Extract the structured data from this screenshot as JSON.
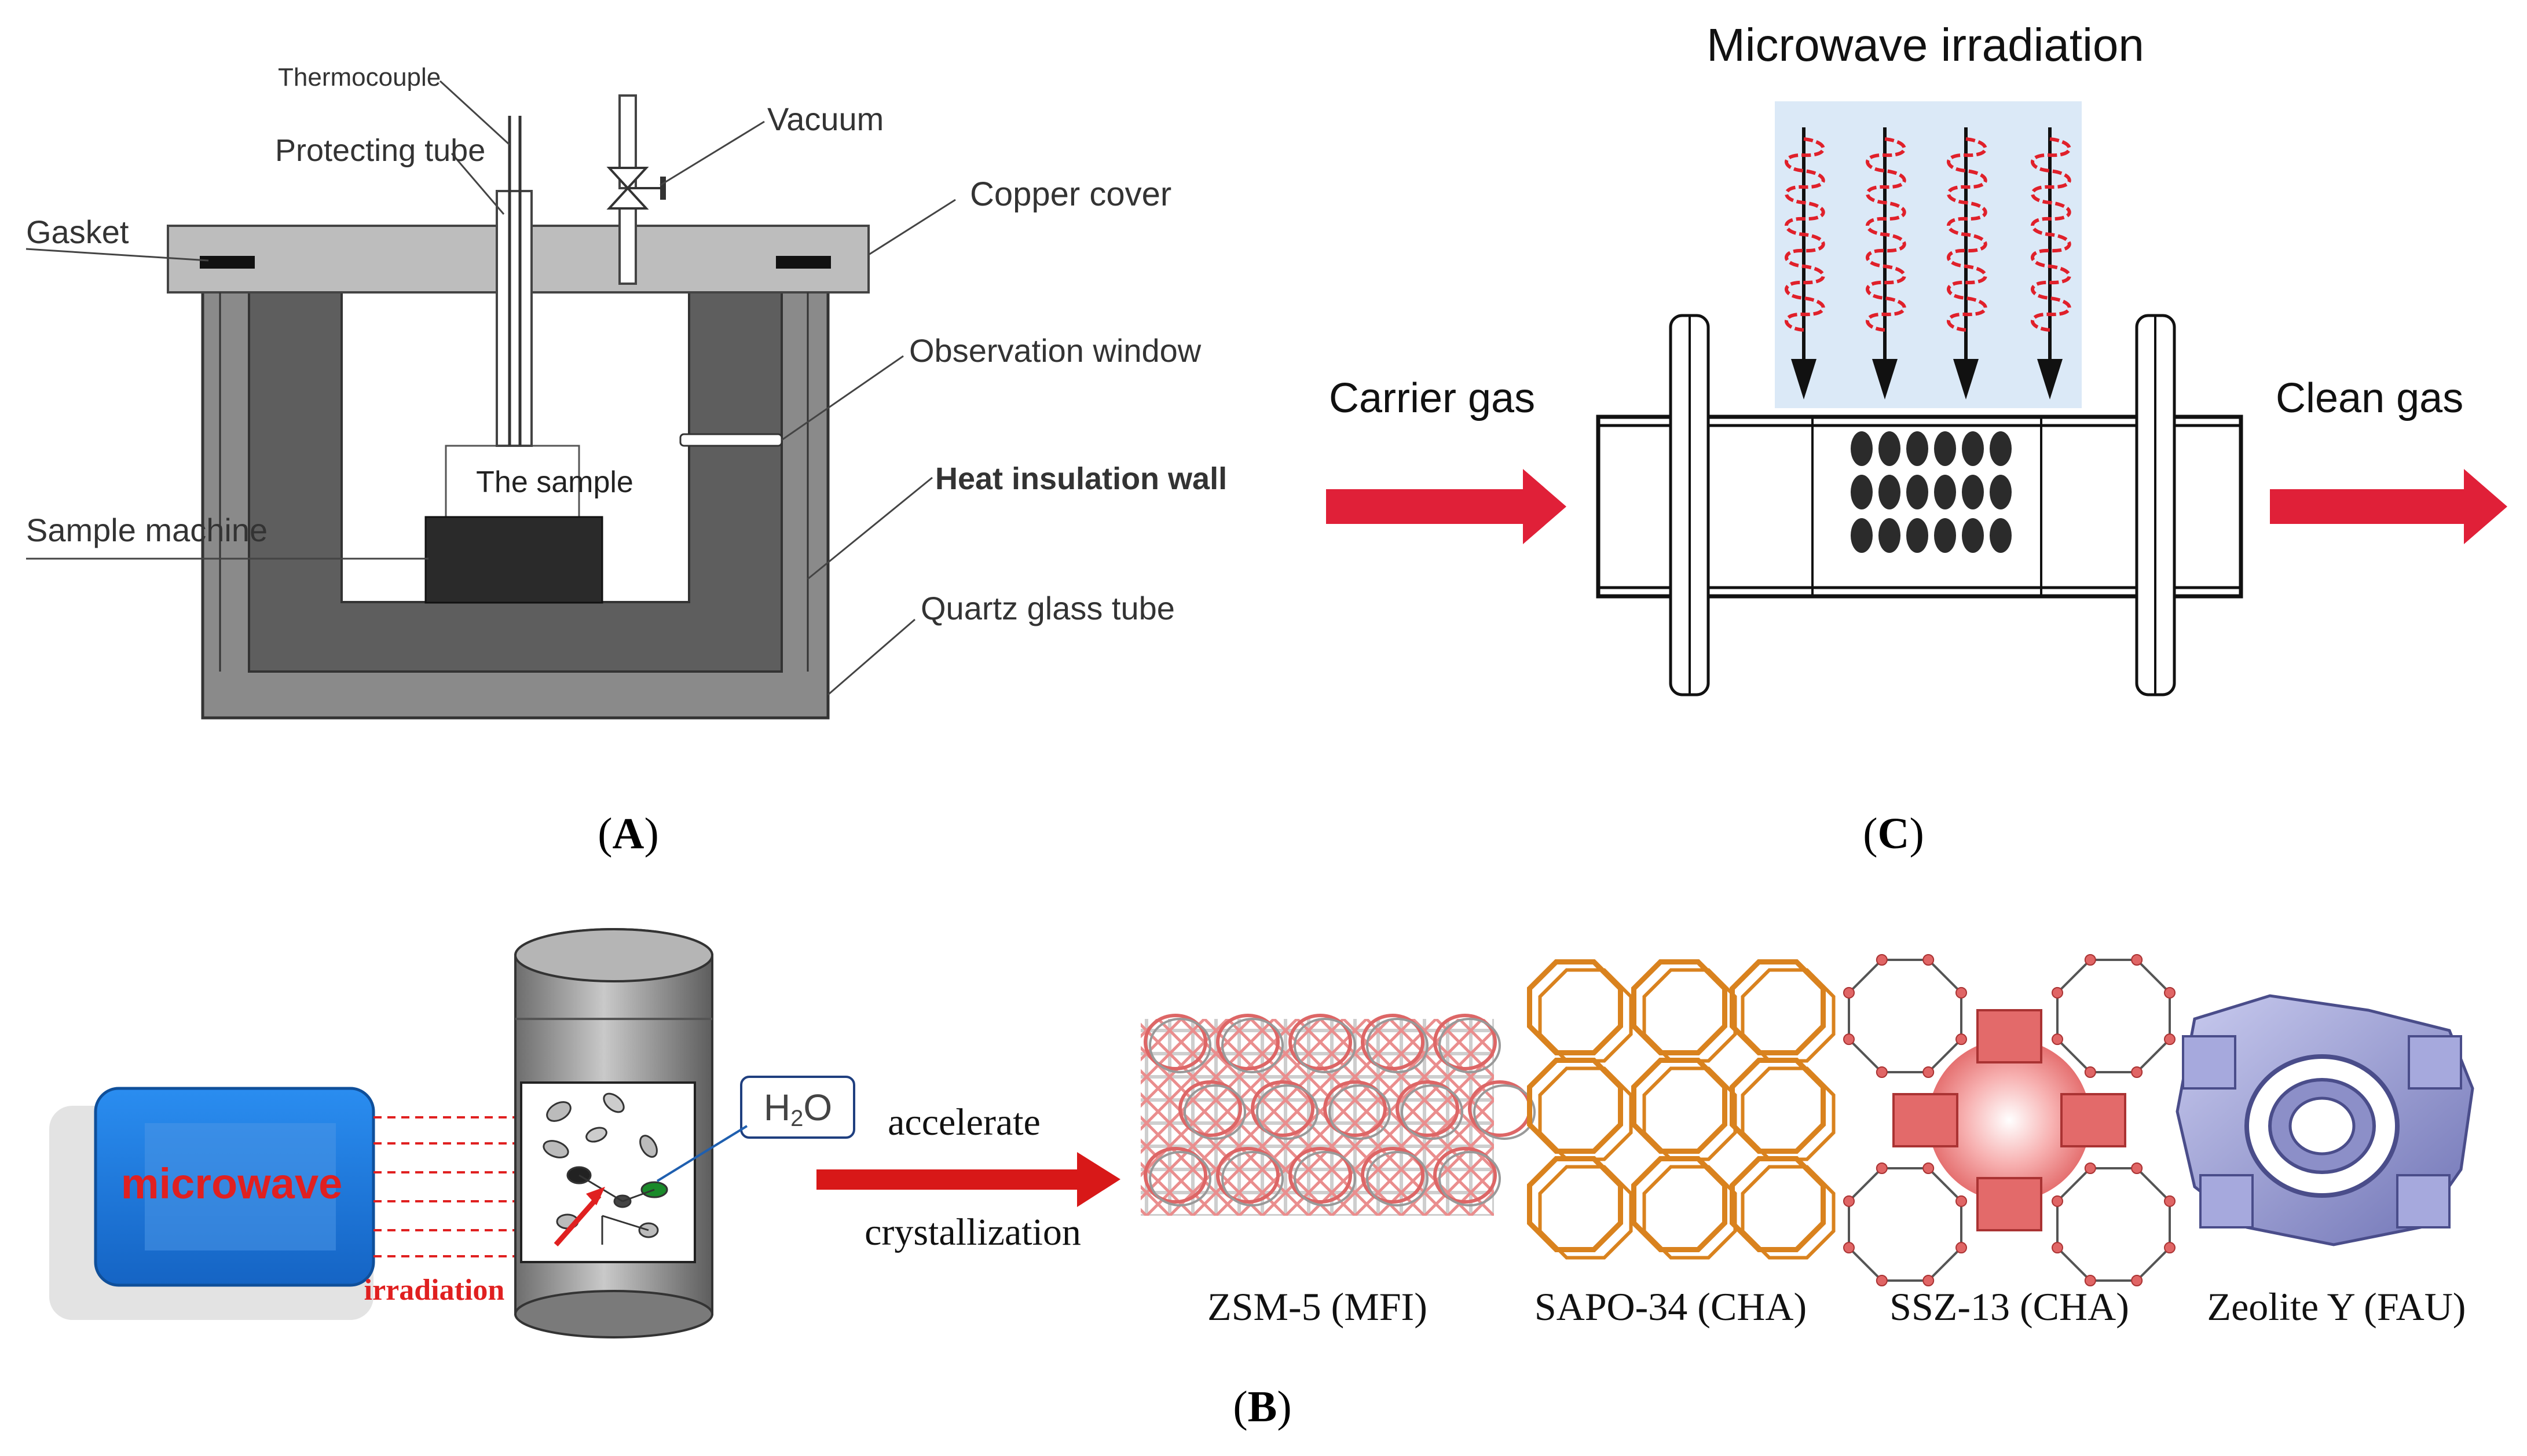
{
  "panel_a": {
    "caption_letter": "A",
    "labels": {
      "thermocouple": "Thermocouple",
      "protecting_tube": "Protecting tube",
      "vacuum": "Vacuum",
      "gasket": "Gasket",
      "copper_cover": "Copper cover",
      "observation_window": "Observation window",
      "the_sample": "The sample",
      "heat_insulation_wall": "Heat insulation wall",
      "sample_machine": "Sample machine",
      "quartz_glass_tube": "Quartz glass tube"
    }
  },
  "panel_b": {
    "caption_letter": "B",
    "microwave_label": "microwave",
    "irradiation_label": "irradiation",
    "h2o_label": "H",
    "h2o_subscript": "2",
    "h2o_suffix": "O",
    "accelerate_label": "accelerate",
    "crystallization_label": "crystallization",
    "zeolites": [
      {
        "label": "ZSM-5 (MFI)"
      },
      {
        "label": "SAPO-34 (CHA)"
      },
      {
        "label": "SSZ-13 (CHA)"
      },
      {
        "label": "Zeolite Y (FAU)"
      }
    ]
  },
  "panel_c": {
    "caption_letter": "C",
    "microwave_irradiation": "Microwave irradiation",
    "carrier_gas": "Carrier gas",
    "clean_gas": "Clean gas"
  },
  "colors": {
    "red_arrow": "#e02038",
    "microwave_blue": "#1f7fe0",
    "microwave_text": "#e02020",
    "zeolite_orange": "#d9821e",
    "zeolite_pink": "#e77a7a",
    "zeolite_lavender": "#8c8fc8"
  }
}
